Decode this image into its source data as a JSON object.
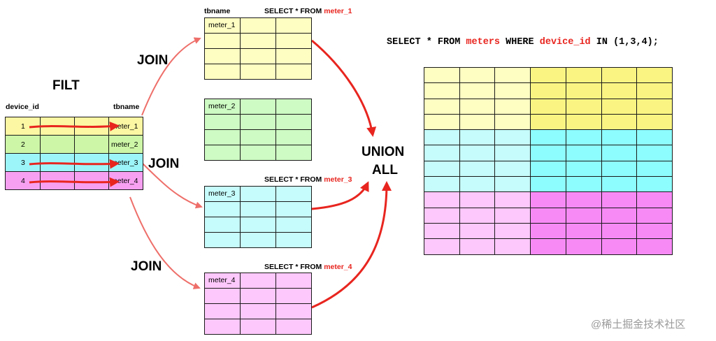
{
  "labels": {
    "filt": "FILT",
    "device_id_header": "device_id",
    "tbname_header": "tbname",
    "tbname_header_top": "tbname",
    "join": "JOIN",
    "union": "UNION",
    "all": "ALL",
    "select_prefix": "SELECT * FROM"
  },
  "meter_names": [
    "meter_1",
    "meter_2",
    "meter_3",
    "meter_4"
  ],
  "filter_table": {
    "rows": [
      {
        "device_id": "1",
        "tbname": "meter_1",
        "color": "#fbf7a3"
      },
      {
        "device_id": "2",
        "tbname": "meter_2",
        "color": "#cdf7a6"
      },
      {
        "device_id": "3",
        "tbname": "meter_3",
        "color": "#9cf6f9"
      },
      {
        "device_id": "4",
        "tbname": "meter_4",
        "color": "#f7a0f2"
      }
    ]
  },
  "meter_tables": [
    {
      "name": "meter_1",
      "color": "#fefec2"
    },
    {
      "name": "meter_2",
      "color": "#cdfbc3"
    },
    {
      "name": "meter_3",
      "color": "#c6fcfb"
    },
    {
      "name": "meter_4",
      "color": "#fdc8fb"
    }
  ],
  "sql": {
    "kw1": "SELECT * FROM ",
    "table": "meters",
    "kw2": " WHERE ",
    "column": "device_id",
    "kw3": " IN (1,3,4);"
  },
  "result_table": {
    "rows": 12,
    "cols": 7,
    "left_cols": 3,
    "left_colors": [
      "#fefec2",
      "#c6fcfb",
      "#fdc8fb"
    ],
    "right_colors": [
      "#faf583",
      "#8efdfd",
      "#f88af6"
    ]
  },
  "colors": {
    "arrow": "#e8251f",
    "join_arrow": "#ee6f6a",
    "accent": "#e8251f"
  },
  "watermark": "@稀土掘金技术社区"
}
